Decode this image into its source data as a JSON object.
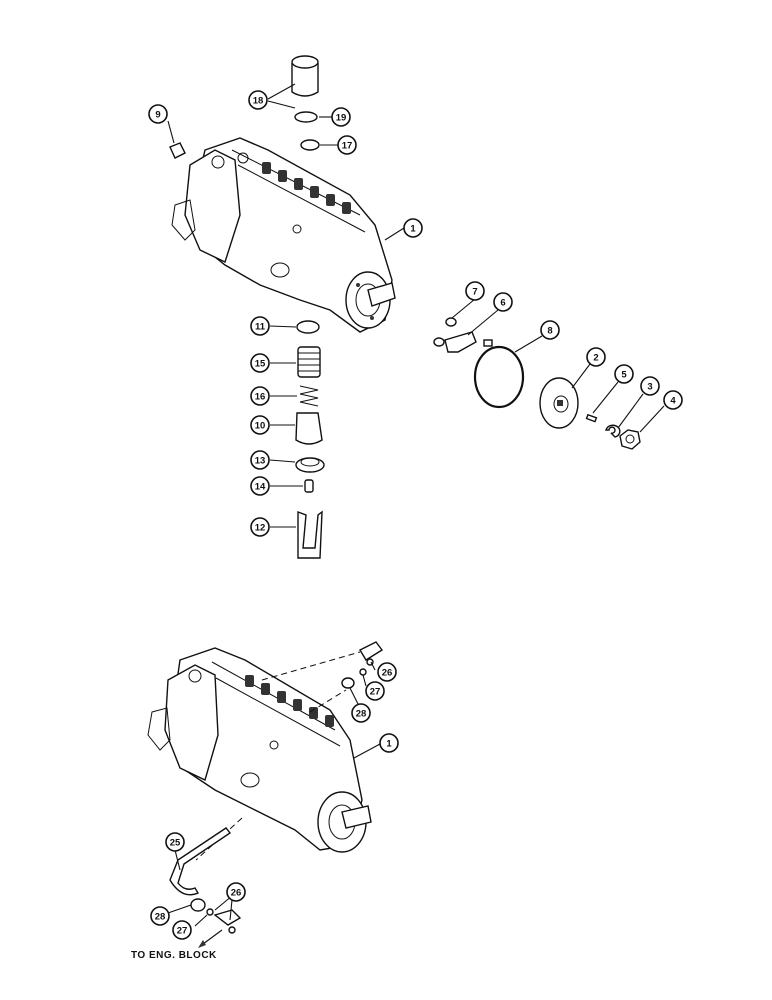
{
  "callouts": {
    "c1a": "1",
    "c1b": "1",
    "c2": "2",
    "c3": "3",
    "c4": "4",
    "c5": "5",
    "c6": "6",
    "c7": "7",
    "c8": "8",
    "c9": "9",
    "c10": "10",
    "c11": "11",
    "c12": "12",
    "c13": "13",
    "c14": "14",
    "c15": "15",
    "c16": "16",
    "c17": "17",
    "c18": "18",
    "c19": "19",
    "c25": "25",
    "c26a": "26",
    "c26b": "26",
    "c27a": "27",
    "c27b": "27",
    "c28a": "28",
    "c28b": "28"
  },
  "note": "TO ENG. BLOCK"
}
